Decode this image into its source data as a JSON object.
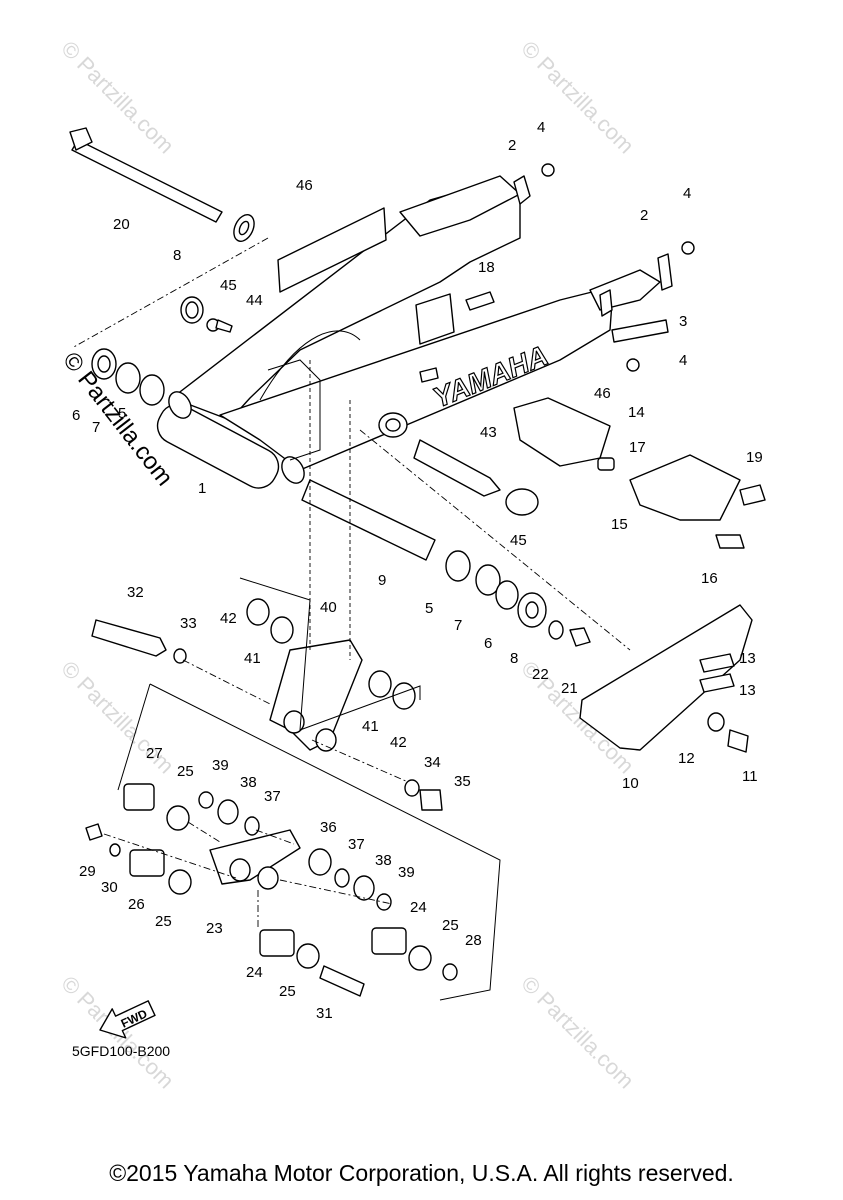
{
  "diagram": {
    "watermark": "© Partzilla.com",
    "watermark_side": "© Partzilla.com",
    "logo_text": "YAMAHA",
    "fwd_label": "FWD",
    "diagram_code": "5GFD100-B200",
    "labels": [
      {
        "id": "l2a",
        "text": "2"
      },
      {
        "id": "l4a",
        "text": "4"
      },
      {
        "id": "l2b",
        "text": "2"
      },
      {
        "id": "l4b",
        "text": "4"
      },
      {
        "id": "l46a",
        "text": "46"
      },
      {
        "id": "l20",
        "text": "20"
      },
      {
        "id": "l8a",
        "text": "8"
      },
      {
        "id": "l18",
        "text": "18"
      },
      {
        "id": "l3",
        "text": "3"
      },
      {
        "id": "l45a",
        "text": "45"
      },
      {
        "id": "l44",
        "text": "44"
      },
      {
        "id": "l4c",
        "text": "4"
      },
      {
        "id": "l46b",
        "text": "46"
      },
      {
        "id": "l6a",
        "text": "6"
      },
      {
        "id": "l7a",
        "text": "7"
      },
      {
        "id": "l5a",
        "text": "5"
      },
      {
        "id": "l14",
        "text": "14"
      },
      {
        "id": "l43",
        "text": "43"
      },
      {
        "id": "l17",
        "text": "17"
      },
      {
        "id": "l19",
        "text": "19"
      },
      {
        "id": "l1",
        "text": "1"
      },
      {
        "id": "l15",
        "text": "15"
      },
      {
        "id": "l45b",
        "text": "45"
      },
      {
        "id": "l16",
        "text": "16"
      },
      {
        "id": "l9",
        "text": "9"
      },
      {
        "id": "l32",
        "text": "32"
      },
      {
        "id": "l40",
        "text": "40"
      },
      {
        "id": "l33",
        "text": "33"
      },
      {
        "id": "l5b",
        "text": "5"
      },
      {
        "id": "l7b",
        "text": "7"
      },
      {
        "id": "l6b",
        "text": "6"
      },
      {
        "id": "l8b",
        "text": "8"
      },
      {
        "id": "l22",
        "text": "22"
      },
      {
        "id": "l21",
        "text": "21"
      },
      {
        "id": "l13a",
        "text": "13"
      },
      {
        "id": "l13b",
        "text": "13"
      },
      {
        "id": "l42a",
        "text": "42"
      },
      {
        "id": "l41a",
        "text": "41"
      },
      {
        "id": "l41b",
        "text": "41"
      },
      {
        "id": "l42b",
        "text": "42"
      },
      {
        "id": "l12",
        "text": "12"
      },
      {
        "id": "l11",
        "text": "11"
      },
      {
        "id": "l10",
        "text": "10"
      },
      {
        "id": "l27",
        "text": "27"
      },
      {
        "id": "l25a",
        "text": "25"
      },
      {
        "id": "l39a",
        "text": "39"
      },
      {
        "id": "l38a",
        "text": "38"
      },
      {
        "id": "l37a",
        "text": "37"
      },
      {
        "id": "l34",
        "text": "34"
      },
      {
        "id": "l35",
        "text": "35"
      },
      {
        "id": "l29",
        "text": "29"
      },
      {
        "id": "l30",
        "text": "30"
      },
      {
        "id": "l26",
        "text": "26"
      },
      {
        "id": "l25b",
        "text": "25"
      },
      {
        "id": "l36",
        "text": "36"
      },
      {
        "id": "l37b",
        "text": "37"
      },
      {
        "id": "l38b",
        "text": "38"
      },
      {
        "id": "l39b",
        "text": "39"
      },
      {
        "id": "l24a",
        "text": "24"
      },
      {
        "id": "l25c",
        "text": "25"
      },
      {
        "id": "l28",
        "text": "28"
      },
      {
        "id": "l23",
        "text": "23"
      },
      {
        "id": "l24b",
        "text": "24"
      },
      {
        "id": "l25d",
        "text": "25"
      },
      {
        "id": "l31",
        "text": "31"
      }
    ]
  },
  "footer": {
    "copyright": "©2015 Yamaha Motor Corporation, U.S.A. All rights reserved."
  }
}
